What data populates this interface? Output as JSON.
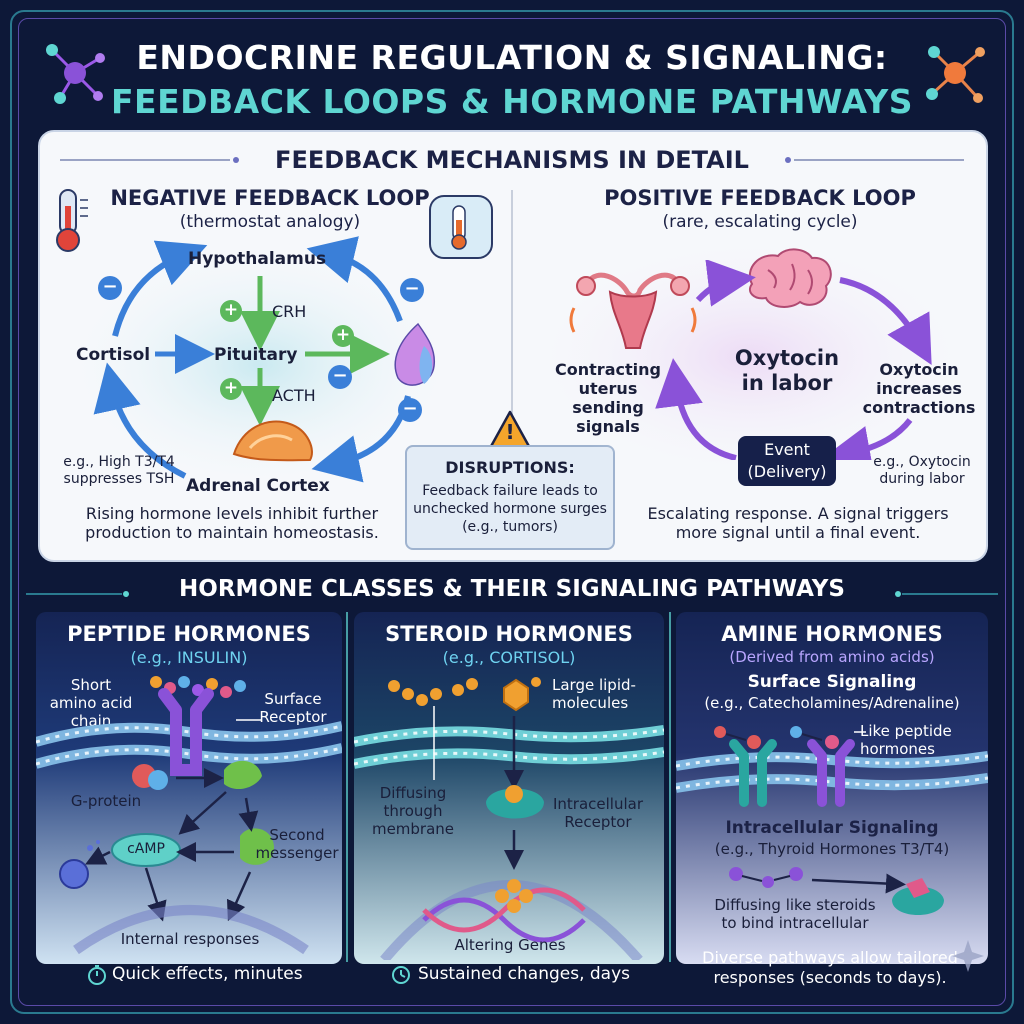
{
  "header": {
    "title_line1": "ENDOCRINE REGULATION & SIGNALING:",
    "title_line2": "FEEDBACK LOOPS & HORMONE PATHWAYS"
  },
  "feedback": {
    "section_title": "FEEDBACK MECHANISMS IN DETAIL",
    "negative": {
      "title": "NEGATIVE FEEDBACK LOOP",
      "subtitle": "(thermostat analogy)",
      "hypothalamus": "Hypothalamus",
      "crh": "CRH",
      "pituitary": "Pituitary",
      "acth": "ACTH",
      "cortisol": "Cortisol",
      "adrenal": "Adrenal Cortex",
      "example": "e.g., High T3/T4\nsuppresses TSH",
      "description": "Rising hormone levels inhibit further\nproduction to maintain homeostasis.",
      "minus_symbol": "−",
      "plus_symbol": "+"
    },
    "disruptions": {
      "warning_symbol": "!",
      "title": "DISRUPTIONS:",
      "text": "Feedback failure leads to\nunchecked hormone surges\n(e.g., tumors)"
    },
    "positive": {
      "title": "POSITIVE FEEDBACK LOOP",
      "subtitle": "(rare, escalating cycle)",
      "center": "Oxytocin\nin labor",
      "uterus": "Contracting\nuterus\nsending signals",
      "increases": "Oxytocin\nincreases\ncontractions",
      "event": "Event\n(Delivery)",
      "example": "e.g., Oxytocin\nduring labor",
      "description": "Escalating response. A signal triggers\nmore signal until a final event."
    }
  },
  "classes": {
    "section_title": "HORMONE CLASSES & THEIR SIGNALING PATHWAYS",
    "peptide": {
      "title": "PEPTIDE HORMONES",
      "subtitle": "(e.g., INSULIN)",
      "chain": "Short\namino acid\nchain",
      "receptor": "Surface\nReceptor",
      "gprotein": "G-protein",
      "camp": "cAMP",
      "second": "Second\nmessenger",
      "internal": "Internal responses",
      "footer": "Quick effects, minutes"
    },
    "steroid": {
      "title": "STEROID HORMONES",
      "subtitle": "(e.g., CORTISOL)",
      "large": "Large lipid-\nmolecules",
      "diffusing": "Diffusing\nthrough\nmembrane",
      "intracellular": "Intracellular\nReceptor",
      "genes": "Altering Genes",
      "footer": "Sustained changes, days"
    },
    "amine": {
      "title": "AMINE HORMONES",
      "subtitle": "(Derived from amino acids)",
      "surface_title": "Surface Signaling",
      "surface_example": "(e.g., Catecholamines/Adrenaline)",
      "like_peptide": "Like peptide\nhormones",
      "intra_title": "Intracellular Signaling",
      "intra_example": "(e.g., Thyroid Hormones T3/T4)",
      "diffusing": "Diffusing like steroids\nto bind intracellular",
      "footer": "Diverse pathways allow tailored\nresponses (seconds to days)."
    }
  },
  "colors": {
    "background": "#0d1838",
    "accent_teal": "#5fd6d2",
    "panel_light": "#f6f8fb",
    "arrow_blue": "#3a7fd8",
    "arrow_green": "#5cb85c",
    "arrow_purple": "#8a52d8"
  }
}
